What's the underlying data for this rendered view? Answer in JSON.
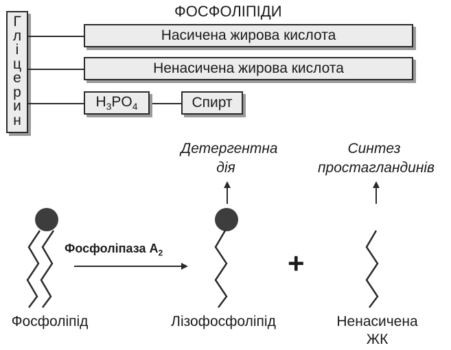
{
  "title": "ФОСФОЛІПІДИ",
  "glycerol": {
    "letters": [
      "Г",
      "л",
      "і",
      "ц",
      "е",
      "р",
      "и",
      "н"
    ]
  },
  "rows": {
    "saturated_fa": "Насичена жирова кислота",
    "unsaturated_fa": "Ненасичена жирова кислота",
    "phosphate": {
      "main": "H",
      "sub1": "3",
      "mid": "PO",
      "sub2": "4"
    },
    "alcohol": "Спирт"
  },
  "reaction": {
    "enzyme": {
      "main": "Фосфоліпаза А",
      "sub": "2"
    },
    "plus": "+"
  },
  "products": {
    "phospholipid": "Фосфоліпід",
    "lysophospholipid": "Лізофосфоліпід",
    "unsat_fa_line1": "Ненасичена",
    "unsat_fa_line2": "ЖК"
  },
  "effects": {
    "detergent_line1": "Детергентна",
    "detergent_line2": "дія",
    "synthesis_line1": "Синтез",
    "synthesis_line2": "простагландинів"
  },
  "colors": {
    "line": "#2a2a2a",
    "box_fill": "#ececec",
    "head_fill": "#3d3d3d",
    "box_shadow": "#9a9a9a"
  }
}
